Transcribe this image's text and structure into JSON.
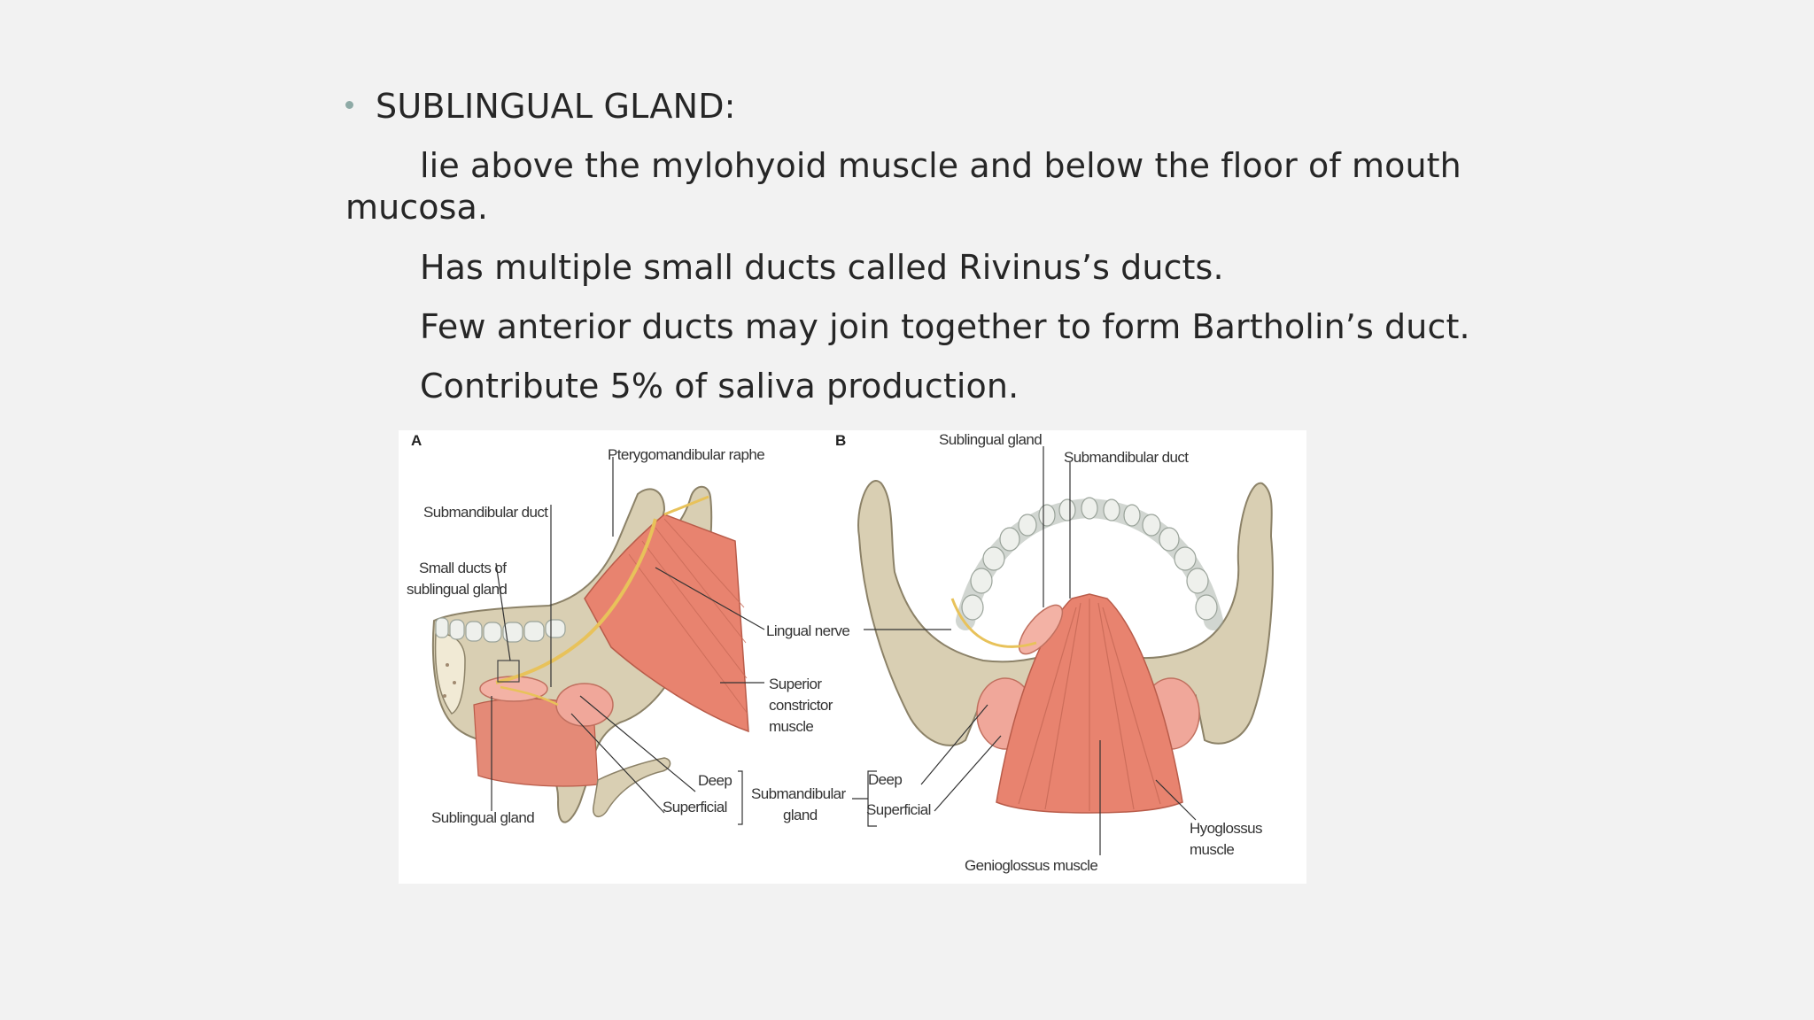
{
  "slide": {
    "heading": "SUBLINGUAL GLAND:",
    "paragraphs": [
      {
        "line1": "lie above the mylohyoid muscle and below the floor of mouth",
        "line2": "mucosa."
      },
      "Has multiple small ducts called Rivinus’s ducts.",
      "Few anterior ducts may join together to form Bartholin’s duct.",
      "Contribute 5% of saliva production."
    ]
  },
  "figure": {
    "panel_a": {
      "letter": "A",
      "labels": {
        "pterygomandibular_raphe": "Pterygomandibular raphe",
        "submandibular_duct": "Submandibular duct",
        "small_ducts_1": "Small ducts of",
        "small_ducts_2": "sublingual gland",
        "lingual_nerve": "Lingual nerve",
        "superior_1": "Superior",
        "superior_2": "constrictor",
        "superior_3": "muscle",
        "deep": "Deep",
        "superficial": "Superficial",
        "submandibular_1": "Submandibular",
        "submandibular_2": "gland",
        "sublingual_gland": "Sublingual gland"
      }
    },
    "panel_b": {
      "letter": "B",
      "labels": {
        "sublingual_gland": "Sublingual gland",
        "submandibular_duct": "Submandibular duct",
        "deep": "Deep",
        "superficial": "Superficial",
        "genioglossus": "Genioglossus muscle",
        "hyoglossus_1": "Hyoglossus",
        "hyoglossus_2": "muscle"
      }
    },
    "colors": {
      "bone": "#d9cfb3",
      "muscle": "#e8836f",
      "gland": "#f0a79a",
      "nerve": "#e8c25a",
      "tooth": "#eef0ec"
    }
  }
}
